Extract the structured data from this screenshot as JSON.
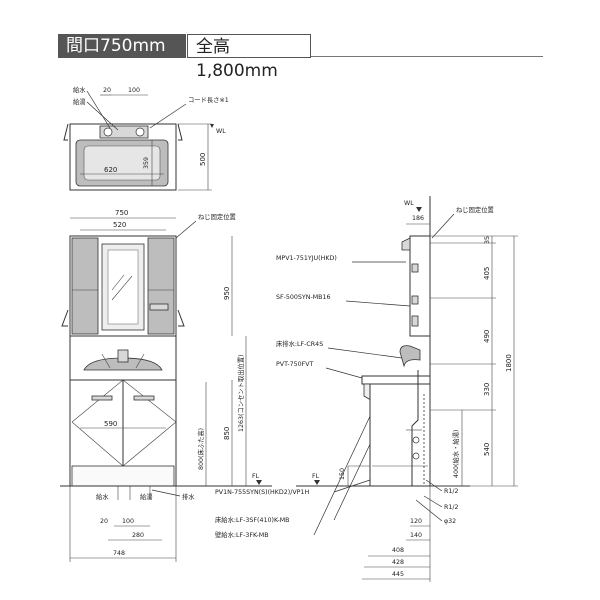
{
  "header": {
    "width_label": "間口750mm",
    "height_label": "全高1,800mm"
  },
  "top_view": {
    "water_label": "給水",
    "hot_label": "給湯",
    "dim_20": "20",
    "dim_100": "100",
    "cord_label": "コード長さ※1",
    "wl_label": "WL",
    "dim_620": "620",
    "dim_359": "359",
    "dim_500": "500"
  },
  "front_view": {
    "dim_750": "750",
    "dim_520": "520",
    "screw_label": "ねじ固定位置",
    "dim_950": "950",
    "dim_1263": "1263(コンセント取出位置)",
    "dim_850": "850",
    "dim_800": "800(床ふた高)",
    "dim_590": "590",
    "fl_label": "FL",
    "water_label": "給水",
    "hot_label": "給湯",
    "drain_label": "排水",
    "dim_20": "20",
    "dim_100": "100",
    "dim_280": "280",
    "dim_748": "748"
  },
  "side_view": {
    "wl_label": "WL",
    "dim_186": "186",
    "screw_label": "ねじ固定位置",
    "fl_label": "FL",
    "dim_150": "150",
    "dim_35": "35",
    "dim_405": "405",
    "dim_490": "490",
    "dim_330": "330",
    "dim_540": "540",
    "dim_1800": "1800",
    "dim_400": "400(給水・給湯)",
    "r12a": "R1/2",
    "r12b": "R1/2",
    "dim_120": "120",
    "phi32": "φ32",
    "dim_140": "140",
    "dim_408": "408",
    "dim_428": "428",
    "dim_445": "445"
  },
  "part_labels": [
    "MPV1-751YJU(HKD)",
    "SF-500SYN-MB16",
    "床排水:LF-CR4S",
    "PVT-750FVT",
    "PV1N-755SYN(S)(HKD2)/VP1H",
    "床給水:LF-3SF(410)K-MB",
    "壁給水:LF-3FK-MB"
  ]
}
